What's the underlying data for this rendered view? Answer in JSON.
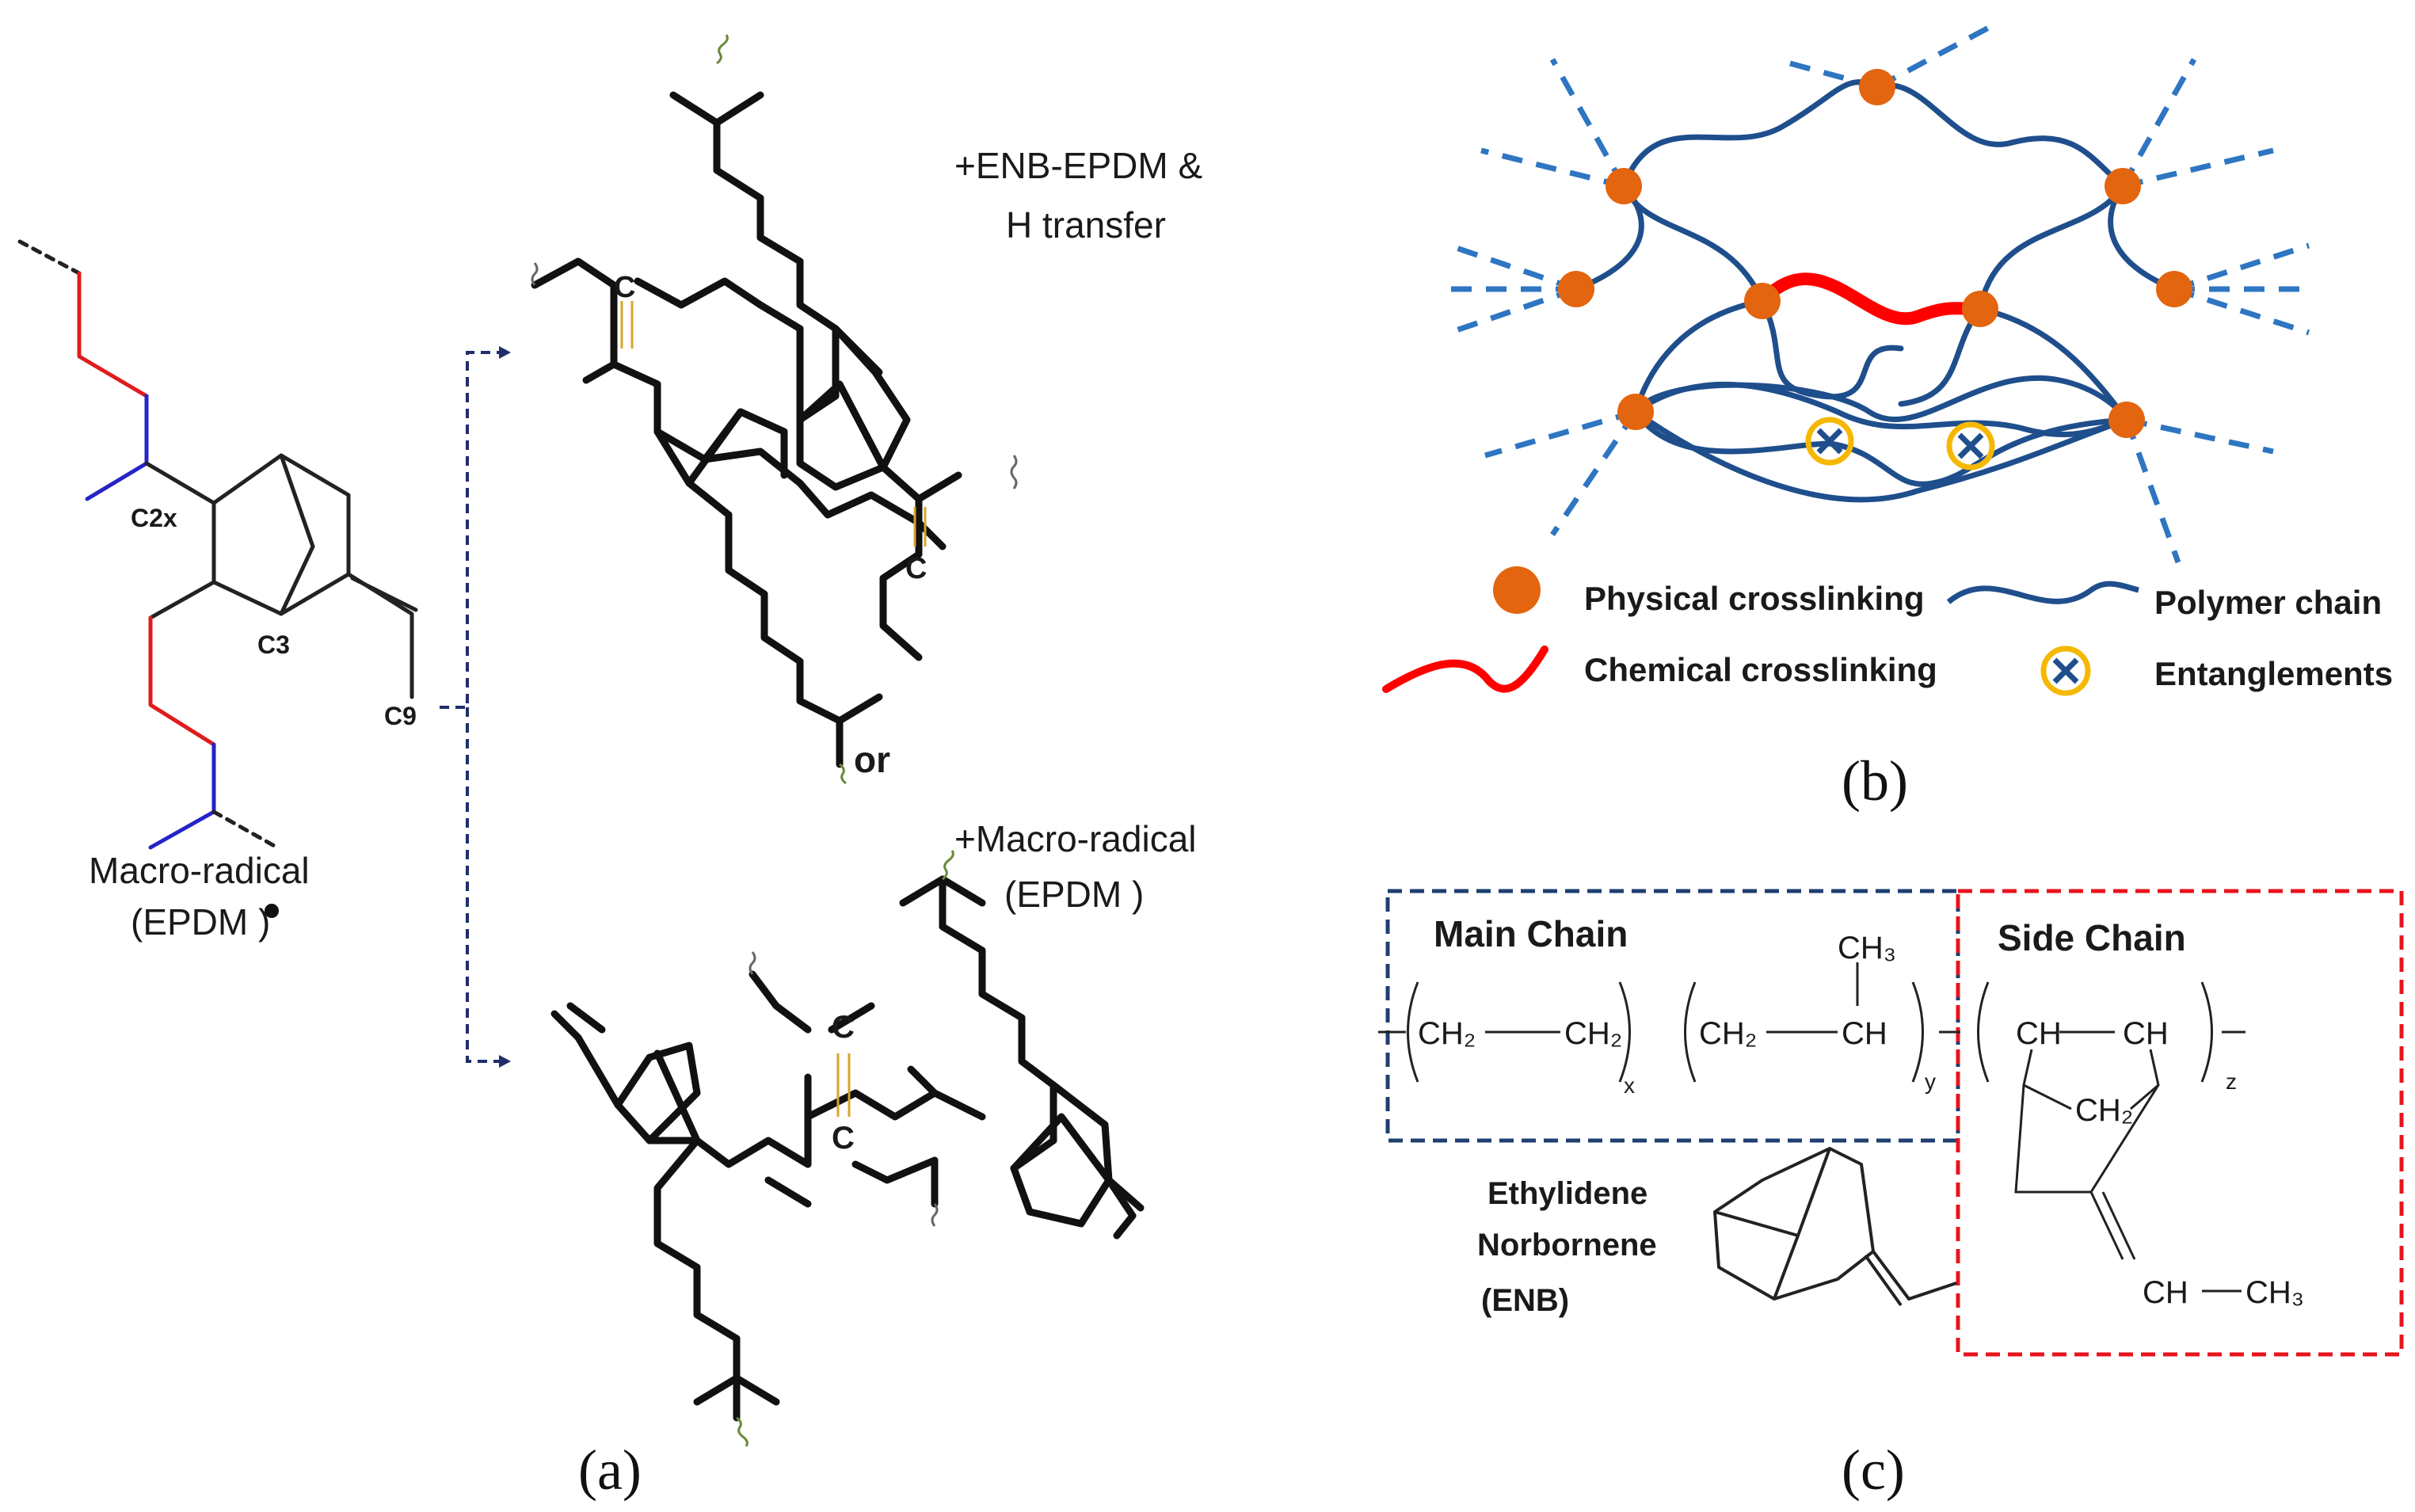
{
  "panel_a": {
    "caption": "(a)",
    "labels": {
      "c2x": "C2x",
      "c3": "C3",
      "c9": "C9",
      "macro_radical": "Macro-radical",
      "epdm_radical": "(EPDM )",
      "enb_epdm_line1": "+ENB-EPDM &",
      "enb_epdm_line2": "H transfer",
      "or": "or",
      "macro_radical_plus": "+Macro-radical",
      "epdm_plus": "(EPDM  )",
      "carbon": "C"
    }
  },
  "panel_b": {
    "caption": "(b)",
    "legend": {
      "physical": "Physical crosslinking",
      "polymer": "Polymer chain",
      "chemical": "Chemical crosslinking",
      "entanglements": "Entanglements"
    },
    "colors": {
      "node": "#e3650f",
      "chain": "#1f4e8c",
      "dash": "#2e75c2",
      "chemical": "#ff0000",
      "entangle_ring": "#f5b800"
    }
  },
  "panel_c": {
    "caption": "(c)",
    "main_chain": "Main Chain",
    "side_chain": "Side Chain",
    "ch3_top": "CH₃",
    "ch2_a": "CH₂",
    "ch2_b": "CH₂",
    "ch2_c": "CH₂",
    "ch_a": "CH",
    "ch_b": "CH",
    "ch_c": "CH",
    "ring_ch2": "CH₂",
    "bottom_ch": "CH",
    "bottom_ch3": "CH₃",
    "sub_x": "x",
    "sub_y": "y",
    "sub_z": "z",
    "enb_line1": "Ethylidene",
    "enb_line2": "Norbornene",
    "enb_line3": "(ENB)",
    "colors": {
      "main_box": "#1f3f70",
      "side_box": "#e8141e"
    }
  }
}
